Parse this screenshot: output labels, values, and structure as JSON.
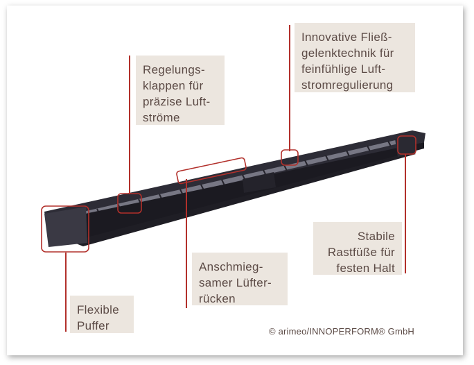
{
  "labels": {
    "regelungsklappen": "Regelungs-\nklappen für\npräzise Luft-\nströme",
    "fliessgelenk": "Innovative Fließ-\ngelenktechnik für\nfeinfühlige Luft-\nstromregulierung",
    "stabile": "Stabile\nRastfüße für\nfesten Halt",
    "anschmieg": "Anschmieg-\nsamer Lüfter-\nrücken",
    "flexible": "Flexible\nPuffer"
  },
  "credit": "© arimeo/INNOPERFORM® GmbH",
  "colors": {
    "label_bg": "#ece6df",
    "label_text": "#5b4a45",
    "accent": "#b2302b",
    "product": "#2b2a33"
  }
}
